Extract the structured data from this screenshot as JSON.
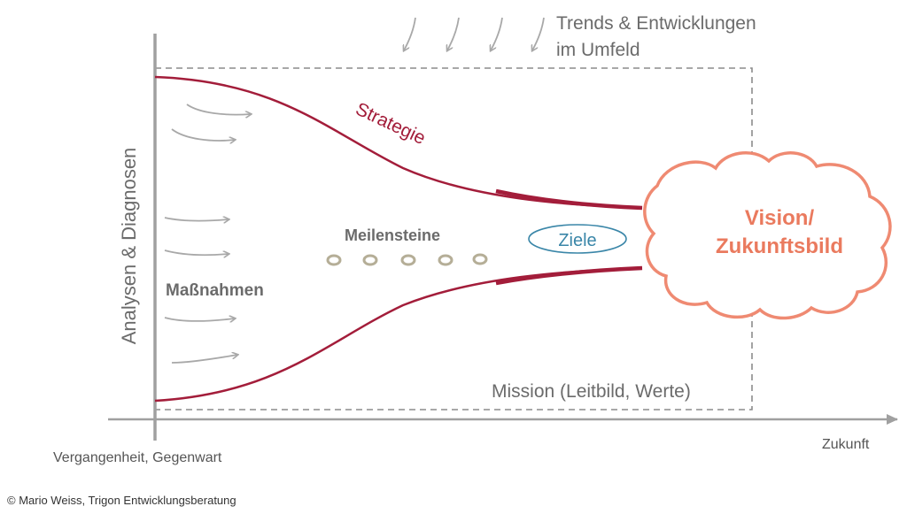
{
  "labels": {
    "trends_line1": "Trends & Entwicklungen",
    "trends_line2": "im Umfeld",
    "strategy": "Strategie",
    "milestones": "Meilensteine",
    "goals": "Ziele",
    "vision_line1": "Vision/",
    "vision_line2": "Zukunftsbild",
    "measures": "Maßnahmen",
    "mission": "Mission (Leitbild, Werte)",
    "analyses": "Analysen & Diagnosen",
    "past_present": "Vergangenheit, Gegenwart",
    "future": "Zukunft",
    "copyright": "© Mario Weiss, Trigon Entwicklungsberatung"
  },
  "colors": {
    "strategy": "#a31d3a",
    "cloud": "#ef8a72",
    "vision_text": "#ea7a5e",
    "goals": "#3a86a8",
    "arrows": "#a8a8a8",
    "milestone": "#b5ae97",
    "text_gray": "#6b6b6b",
    "axis": "#a0a0a0"
  },
  "icons": {
    "trend_arrow": "arrow-down-left-icon",
    "measure_arrow": "arrow-right-icon",
    "milestone": "ring-icon",
    "vision": "cloud-icon"
  }
}
